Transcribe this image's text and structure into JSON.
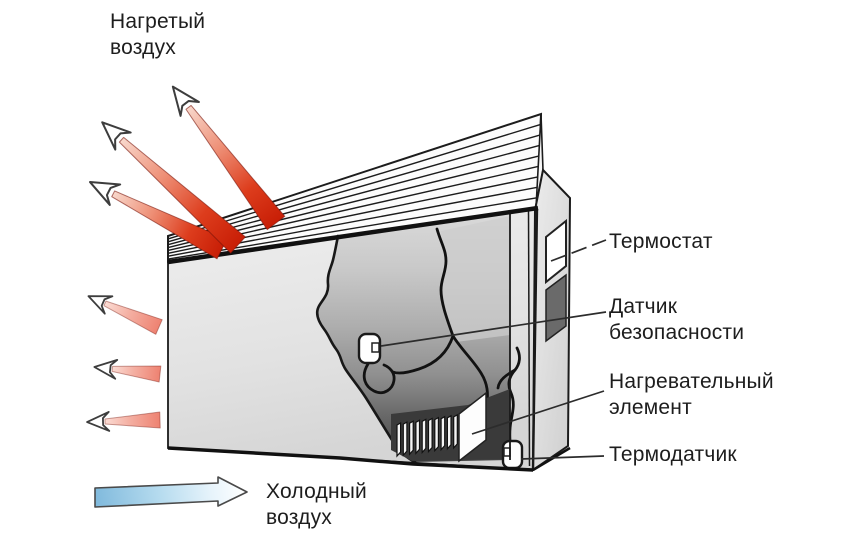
{
  "diagram": {
    "subject": "convector-heater-cutaway",
    "labels": {
      "heated_air": "Нагретый\nвоздух",
      "cold_air": "Холодный\nвоздух",
      "thermostat": "Термостат",
      "safety_sensor": "Датчик\nбезопасности",
      "heating_element": "Нагревательный\nэлемент",
      "thermo_sensor": "Термодатчик"
    },
    "arrows": {
      "hot_air_count": 3,
      "warm_air_count": 3,
      "cold_air_count": 1
    },
    "colors": {
      "label-text": "#1d1d1d",
      "hot-arrow": "#cc1d07",
      "warm-arrow": "#ee8271",
      "cold-arrow": "#7fb9dc",
      "device-body": "#e2e2e2",
      "interior-dark": "#434343",
      "outline": "#1a1a1a"
    }
  }
}
